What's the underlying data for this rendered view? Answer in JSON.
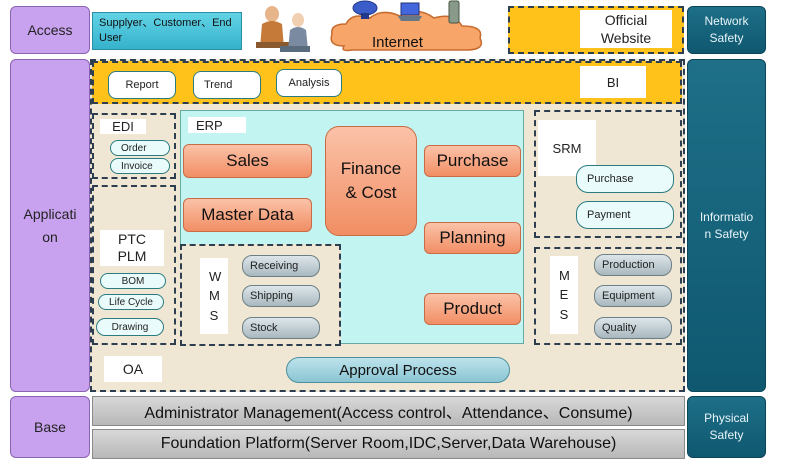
{
  "layers": {
    "access": "Access",
    "application": "Application",
    "base": "Base"
  },
  "safety": {
    "network": "Network Safety",
    "information": "Information Safety",
    "physical": "Physical Safety"
  },
  "access_row": {
    "supplier": "Supplyer、Customer、End User",
    "internet": "Internet",
    "official_website": "Official Website"
  },
  "bi_row": {
    "report": "Report",
    "trend": "Trend",
    "analysis": "Analysis",
    "bi": "BI"
  },
  "edi": {
    "title": "EDI",
    "items": [
      "Order",
      "Invoice"
    ]
  },
  "erp": {
    "title": "ERP",
    "sales": "Sales",
    "master_data": "Master Data",
    "finance": "Finance & Cost",
    "purchase": "Purchase",
    "planning": "Planning",
    "product": "Product"
  },
  "ptc": {
    "title": "PTC PLM",
    "items": [
      "BOM",
      "Life Cycle",
      "Drawing"
    ]
  },
  "wms": {
    "title": "WMS",
    "items": [
      "Receiving",
      "Shipping",
      "Stock"
    ]
  },
  "srm": {
    "title": "SRM",
    "items": [
      "Purchase",
      "Payment"
    ]
  },
  "mes": {
    "title": "MES",
    "items": [
      "Production",
      "Equipment",
      "Quality"
    ]
  },
  "oa": {
    "title": "OA",
    "approval": "Approval Process"
  },
  "base_rows": {
    "admin": "Administrator Management(Access control、Attendance、Consume)",
    "foundation": "Foundation Platform(Server Room,IDC,Server,Data Warehouse)"
  }
}
